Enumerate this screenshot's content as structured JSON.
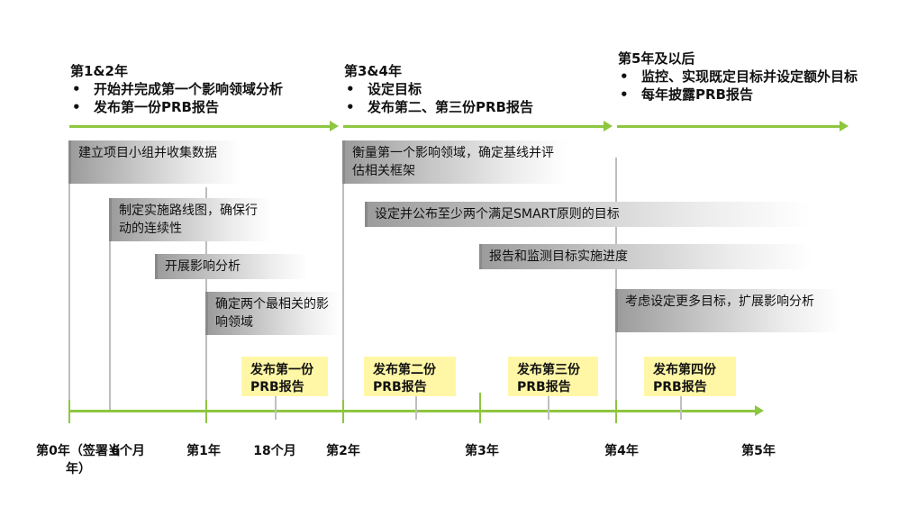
{
  "phases": [
    {
      "title": "第1&2年",
      "bullets": [
        "开始并完成第一个影响领域分析",
        "发布第一份PRB报告"
      ]
    },
    {
      "title": "第3&4年",
      "bullets": [
        "设定目标",
        "发布第二、第三份PRB报告"
      ]
    },
    {
      "title": "第5年及以后",
      "bullets": [
        "监控、实现既定目标并设定额外目标",
        "每年披露PRB报告"
      ]
    }
  ],
  "tasks": [
    "建立项目小组并收集数据",
    "制定实施路线图，确保行动的连续性",
    "开展影响分析",
    "确定两个最相关的影响领域",
    "衡量第一个影响领域，确定基线并评估相关框架",
    "设定并公布至少两个满足SMART原则的目标",
    "报告和监测目标实施进度",
    "考虑设定更多目标，扩展影响分析"
  ],
  "reports": [
    "发布第一份PRB报告",
    "发布第二份PRB报告",
    "发布第三份PRB报告",
    "发布第四份PRB报告"
  ],
  "axis": {
    "labels": [
      "第0年（签署当年）",
      "6个月",
      "第1年",
      "18个月",
      "第2年",
      "第3年",
      "第4年",
      "第5年"
    ]
  }
}
